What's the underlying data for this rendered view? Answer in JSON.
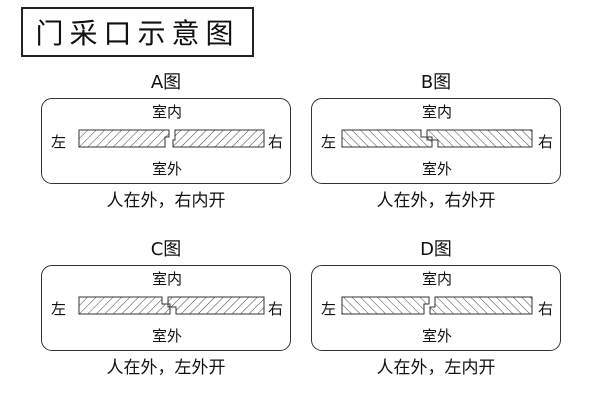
{
  "title": "门采口示意图",
  "labels": {
    "indoor": "室内",
    "outdoor": "室外",
    "left": "左",
    "right": "右"
  },
  "panels": [
    {
      "id": "A",
      "label": "A图",
      "caption": "人在外，右内开"
    },
    {
      "id": "B",
      "label": "B图",
      "caption": "人在外，右外开"
    },
    {
      "id": "C",
      "label": "C图",
      "caption": "人在外，左外开"
    },
    {
      "id": "D",
      "label": "D图",
      "caption": "人在外，左内开"
    }
  ]
}
